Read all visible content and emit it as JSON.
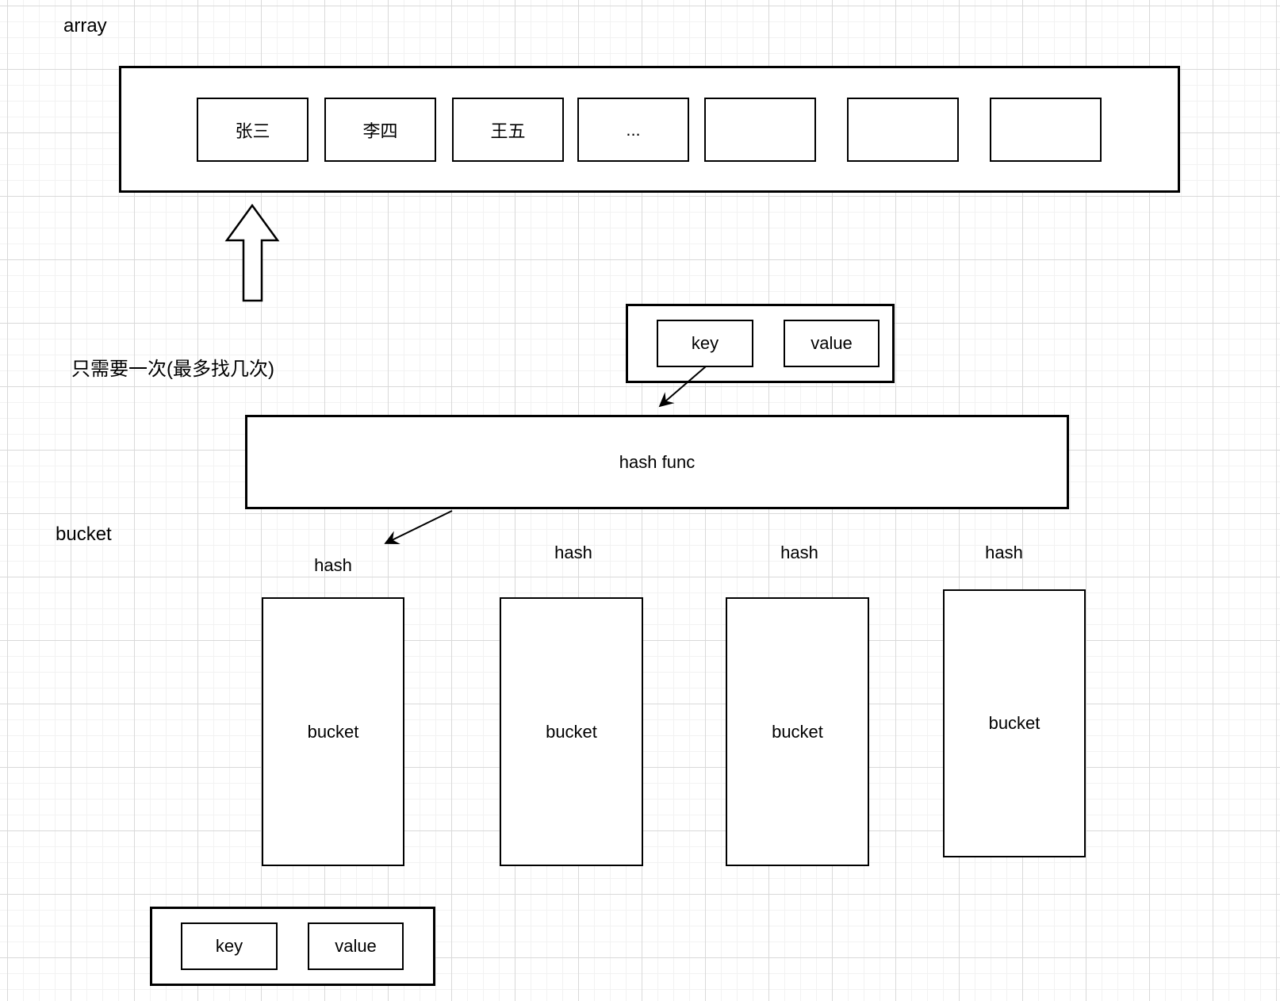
{
  "canvas": {
    "background": "#ffffff",
    "grid_minor_color": "#f2f2f2",
    "grid_major_color": "#d9d9d9",
    "stroke_color": "#000000"
  },
  "labels": {
    "array": "array",
    "note": "只需要一次(最多找几次)",
    "bucket": "bucket"
  },
  "array": {
    "cells": [
      "张三",
      "李四",
      "王五",
      "...",
      "",
      "",
      ""
    ]
  },
  "top_pair": {
    "key": "key",
    "value": "value"
  },
  "hash_func": {
    "label": "hash func"
  },
  "buckets": [
    {
      "hash_label": "hash",
      "body_label": "bucket"
    },
    {
      "hash_label": "hash",
      "body_label": "bucket"
    },
    {
      "hash_label": "hash",
      "body_label": "bucket"
    },
    {
      "hash_label": "hash",
      "body_label": "bucket"
    }
  ],
  "bottom_pair": {
    "key": "key",
    "value": "value"
  }
}
